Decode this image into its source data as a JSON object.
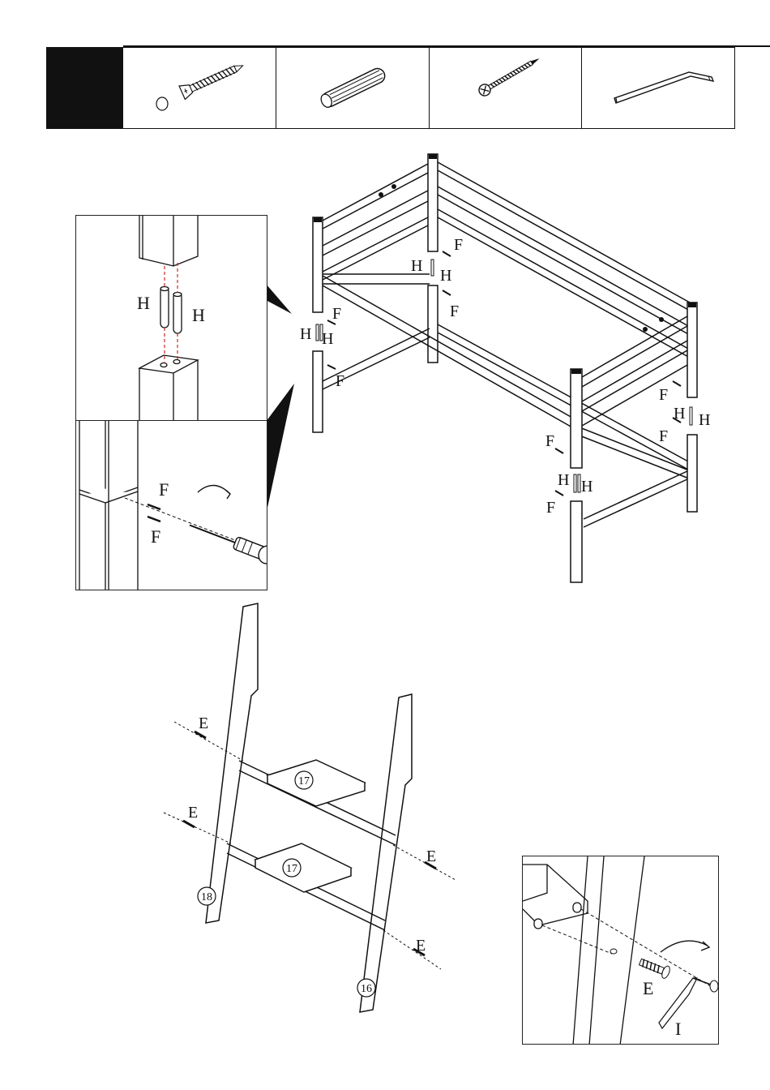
{
  "step_number": "",
  "hardware_strip": {
    "items": [
      {
        "name": "wall-plug-screw-with-cap",
        "label": ""
      },
      {
        "name": "wooden-dowel",
        "label": ""
      },
      {
        "name": "cross-head-screw",
        "label": ""
      },
      {
        "name": "allen-key",
        "label": ""
      }
    ]
  },
  "frame_assembly": {
    "labels": {
      "screw": "F",
      "dowel": "H"
    }
  },
  "dowel_detail": {
    "label_left": "H",
    "label_right": "H"
  },
  "screw_detail": {
    "label_top": "F",
    "label_bottom": "F"
  },
  "ladder": {
    "rung_label": "17",
    "left_rail_label": "18",
    "right_rail_label": "16",
    "screw_label": "E"
  },
  "ladder_detail": {
    "screw_label": "E",
    "key_label": "I"
  }
}
